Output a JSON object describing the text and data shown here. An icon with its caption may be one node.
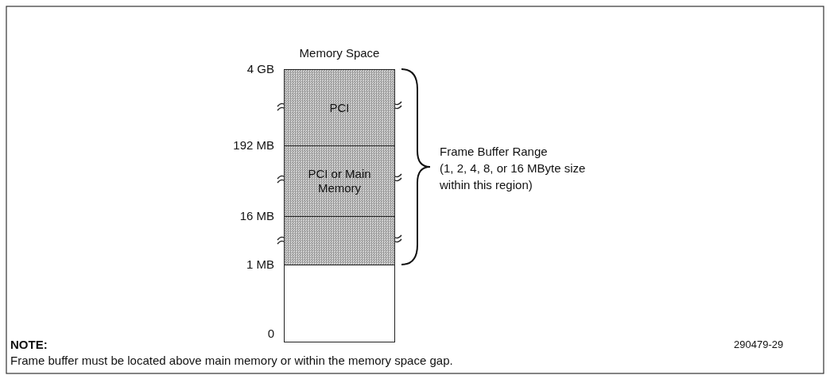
{
  "diagram": {
    "nodes": [
      {
        "text": [
          "PCI"
        ]
      },
      {
        "text": [
          "PCI or Main Memory"
        ]
      },
      {
        "text": [],
        "shape": "box"
      },
      {
        "text": [],
        "shape": "box"
      }
    ],
    "edges": [],
    "labels": [
      "Memory Space",
      "4 GB",
      "192 MB",
      "16 MB",
      "1 MB",
      "0",
      "Frame Buffer Range",
      "(1, 2, 4, 8, or 16 MByte size within this region)",
      "NOTE:",
      "Frame buffer must be located above main memory or within the memory space gap.",
      "290479-29"
    ]
  }
}
